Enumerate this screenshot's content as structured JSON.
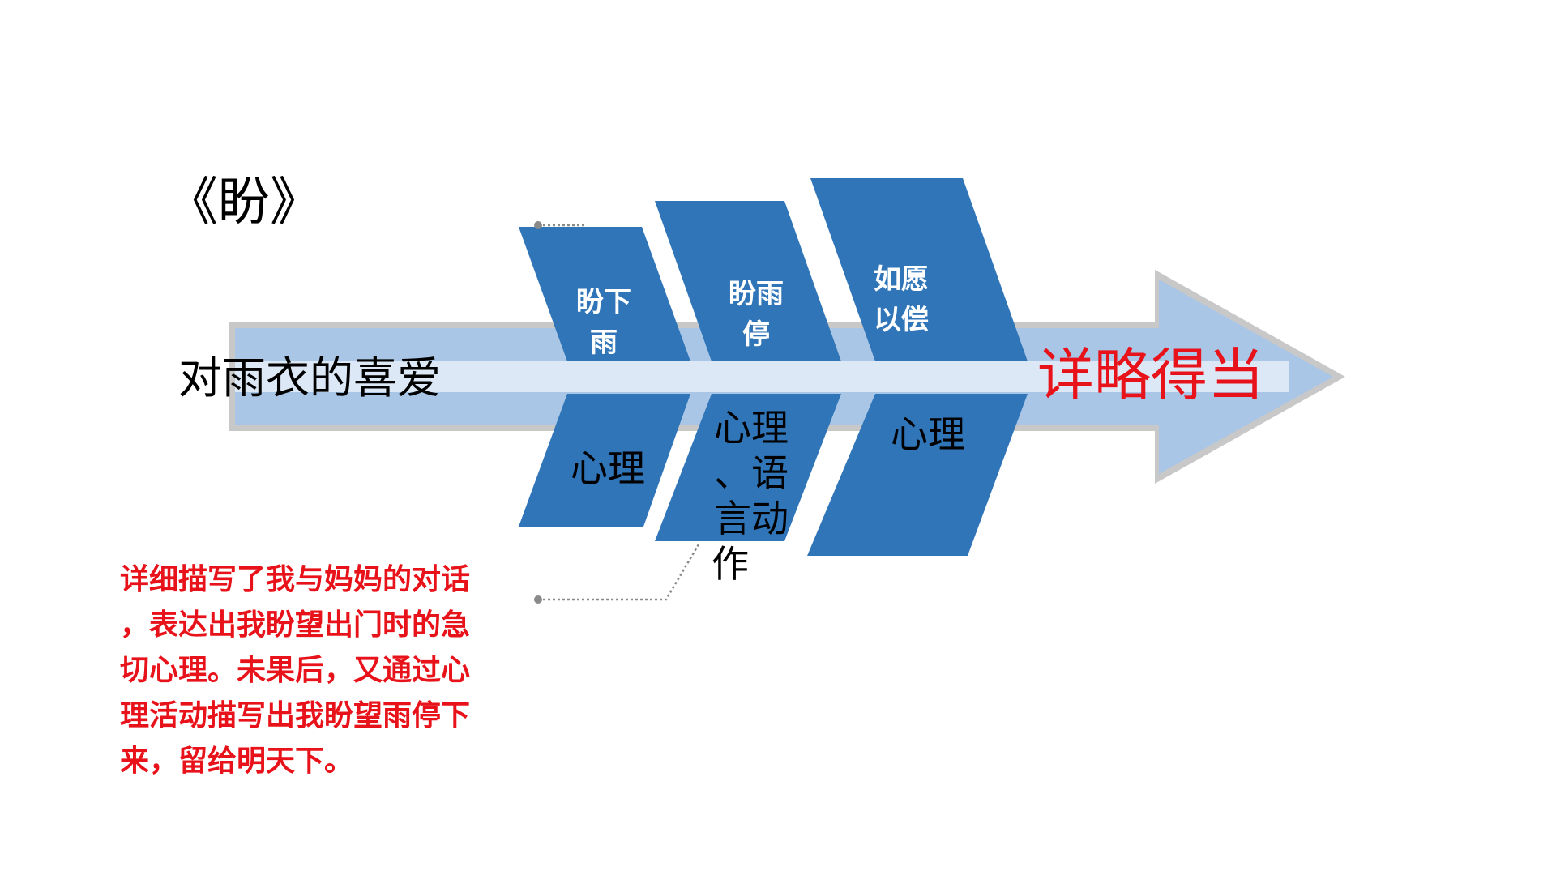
{
  "title": "《盼》",
  "main_label": "对雨衣的喜爱",
  "conclusion": "详略得当",
  "stages": [
    {
      "upper_lines": [
        "盼下",
        "雨"
      ],
      "lower_lines": [
        "心理"
      ]
    },
    {
      "upper_lines": [
        "盼雨",
        "停"
      ],
      "lower_lines": [
        "心理",
        "、语",
        "言动",
        "作"
      ]
    },
    {
      "upper_lines": [
        "如愿",
        "以偿"
      ],
      "lower_lines": [
        "心理"
      ]
    }
  ],
  "note_lines": [
    "详细描写了我与妈妈的对话",
    "，表达出我盼望出门时的急",
    "切心理。未果后，又通过心",
    "理活动描写出我盼望雨停下",
    "来，留给明天下。"
  ],
  "colors": {
    "block_blue": "#2f75b8",
    "arrow_light": "#a9c6e6",
    "arrow_band": "#dce8f5",
    "arrow_outline": "#c8c8c8",
    "accent_red": "#e8131a"
  }
}
